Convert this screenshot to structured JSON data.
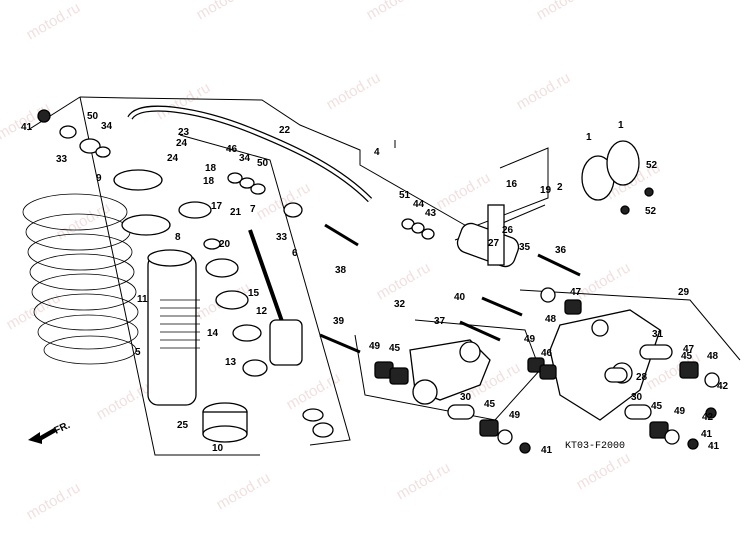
{
  "watermark": "motod.ru",
  "diagram_code": "KT03-F2000",
  "front_indicator": "FR.",
  "callouts": [
    {
      "id": "c1a",
      "text": "1"
    },
    {
      "id": "c1b",
      "text": "1"
    },
    {
      "id": "c2",
      "text": "2"
    },
    {
      "id": "c4",
      "text": "4"
    },
    {
      "id": "c5",
      "text": "5"
    },
    {
      "id": "c6",
      "text": "6"
    },
    {
      "id": "c7",
      "text": "7"
    },
    {
      "id": "c8",
      "text": "8"
    },
    {
      "id": "c9",
      "text": "9"
    },
    {
      "id": "c10",
      "text": "10"
    },
    {
      "id": "c11",
      "text": "11"
    },
    {
      "id": "c12",
      "text": "12"
    },
    {
      "id": "c13",
      "text": "13"
    },
    {
      "id": "c14",
      "text": "14"
    },
    {
      "id": "c15",
      "text": "15"
    },
    {
      "id": "c16",
      "text": "16"
    },
    {
      "id": "c17",
      "text": "17"
    },
    {
      "id": "c18a",
      "text": "18"
    },
    {
      "id": "c18b",
      "text": "18"
    },
    {
      "id": "c19",
      "text": "19"
    },
    {
      "id": "c20",
      "text": "20"
    },
    {
      "id": "c21",
      "text": "21"
    },
    {
      "id": "c22",
      "text": "22"
    },
    {
      "id": "c23",
      "text": "23"
    },
    {
      "id": "c24a",
      "text": "24"
    },
    {
      "id": "c24b",
      "text": "24"
    },
    {
      "id": "c25",
      "text": "25"
    },
    {
      "id": "c26",
      "text": "26"
    },
    {
      "id": "c27",
      "text": "27"
    },
    {
      "id": "c28",
      "text": "28"
    },
    {
      "id": "c29",
      "text": "29"
    },
    {
      "id": "c30a",
      "text": "30"
    },
    {
      "id": "c30b",
      "text": "30"
    },
    {
      "id": "c31",
      "text": "31"
    },
    {
      "id": "c32",
      "text": "32"
    },
    {
      "id": "c33a",
      "text": "33"
    },
    {
      "id": "c33b",
      "text": "33"
    },
    {
      "id": "c34a",
      "text": "34"
    },
    {
      "id": "c34b",
      "text": "34"
    },
    {
      "id": "c35",
      "text": "35"
    },
    {
      "id": "c36",
      "text": "36"
    },
    {
      "id": "c37",
      "text": "37"
    },
    {
      "id": "c38",
      "text": "38"
    },
    {
      "id": "c39",
      "text": "39"
    },
    {
      "id": "c40",
      "text": "40"
    },
    {
      "id": "c41a",
      "text": "41"
    },
    {
      "id": "c41b",
      "text": "41"
    },
    {
      "id": "c41c",
      "text": "41"
    },
    {
      "id": "c41d",
      "text": "41"
    },
    {
      "id": "c42a",
      "text": "42"
    },
    {
      "id": "c42b",
      "text": "42"
    },
    {
      "id": "c43",
      "text": "43"
    },
    {
      "id": "c44",
      "text": "44"
    },
    {
      "id": "c45a",
      "text": "45"
    },
    {
      "id": "c45b",
      "text": "45"
    },
    {
      "id": "c45c",
      "text": "45"
    },
    {
      "id": "c45d",
      "text": "45"
    },
    {
      "id": "c46a",
      "text": "46"
    },
    {
      "id": "c46b",
      "text": "46"
    },
    {
      "id": "c47a",
      "text": "47"
    },
    {
      "id": "c47b",
      "text": "47"
    },
    {
      "id": "c48a",
      "text": "48"
    },
    {
      "id": "c48b",
      "text": "48"
    },
    {
      "id": "c49a",
      "text": "49"
    },
    {
      "id": "c49b",
      "text": "49"
    },
    {
      "id": "c49c",
      "text": "49"
    },
    {
      "id": "c49d",
      "text": "49"
    },
    {
      "id": "c50a",
      "text": "50"
    },
    {
      "id": "c50b",
      "text": "50"
    },
    {
      "id": "c51",
      "text": "51"
    },
    {
      "id": "c52a",
      "text": "52"
    },
    {
      "id": "c52b",
      "text": "52"
    }
  ]
}
